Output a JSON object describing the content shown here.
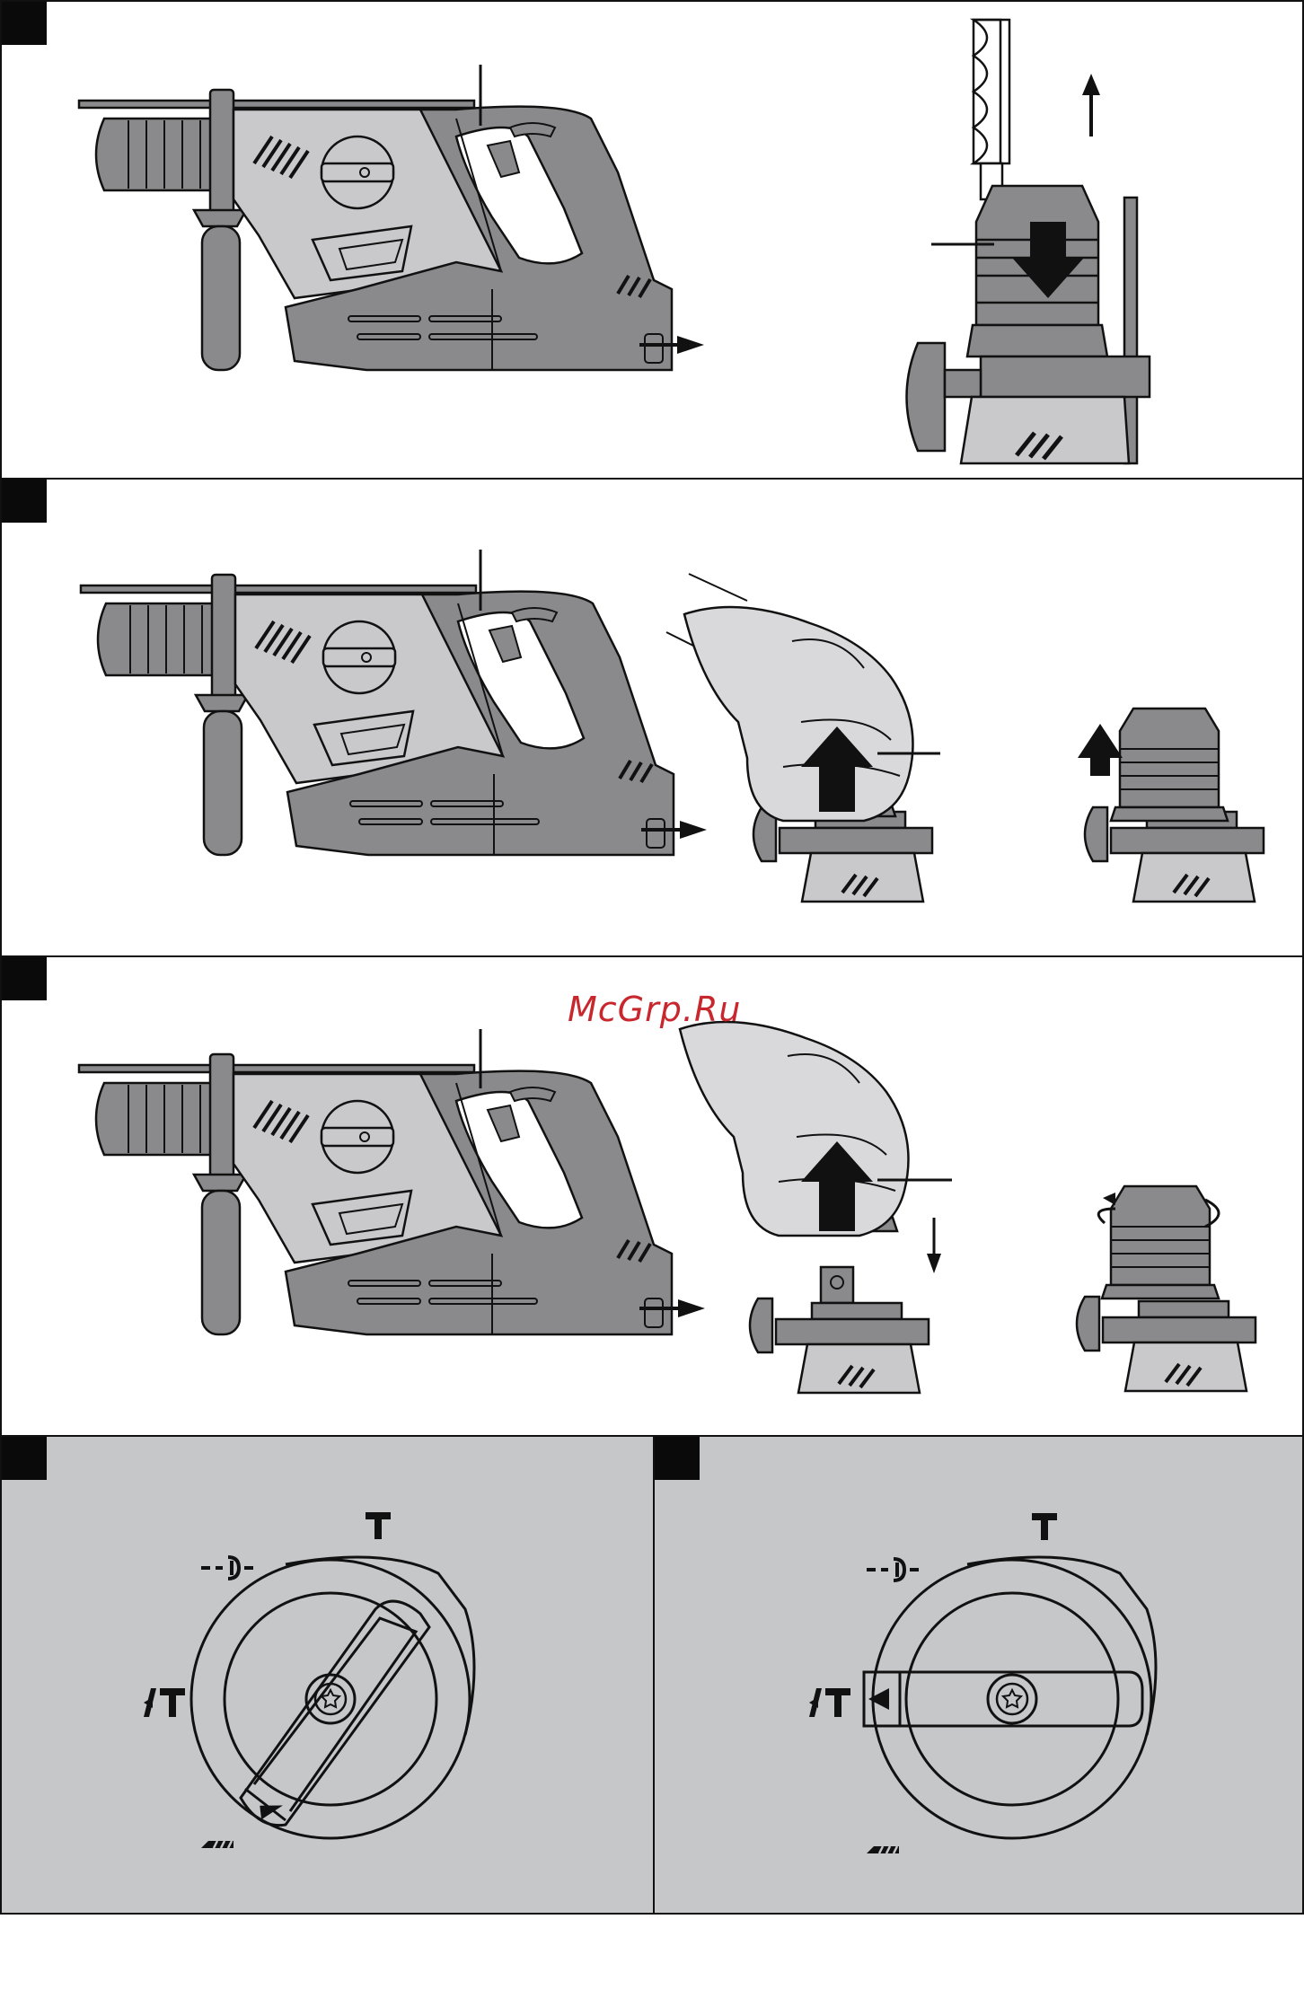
{
  "watermark": {
    "text": "McGrp.Ru",
    "color": "#c8282d"
  },
  "colors": {
    "tool_dark": "#8a8a8c",
    "tool_light": "#c9c9cb",
    "glove": "#d9d9db",
    "outline": "#111111",
    "panel_gray": "#c6c7c9"
  },
  "panels": [
    {
      "step_marker": "black-square",
      "content": "drill-remove-bit"
    },
    {
      "step_marker": "black-square",
      "content": "drill-remove-chuck"
    },
    {
      "step_marker": "black-square",
      "content": "drill-fit-chuck"
    },
    {
      "step_marker": "black-square",
      "content": "function-selector-chiseling",
      "dial_symbols": [
        "hammer-icon",
        "lock-rotation-icon",
        "hammer-drill-icon",
        "chisel-icon"
      ]
    },
    {
      "step_marker": "black-square",
      "content": "function-selector-hammer-drilling",
      "dial_symbols": [
        "hammer-icon",
        "lock-rotation-icon",
        "hammer-drill-icon",
        "chisel-icon"
      ]
    }
  ]
}
